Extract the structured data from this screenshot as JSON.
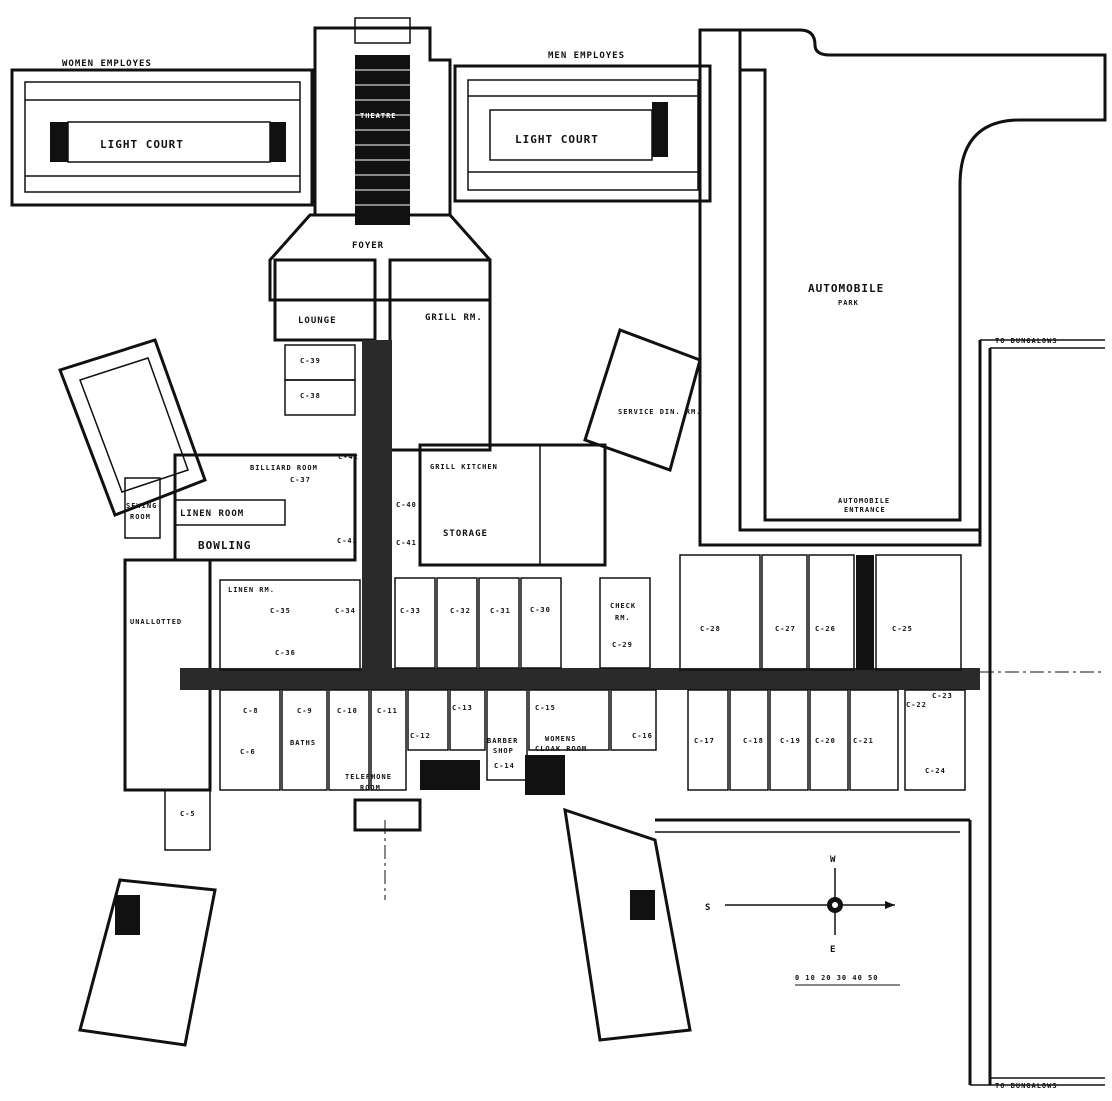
{
  "labels": {
    "women_employes": "WOMEN EMPLOYES",
    "men_employes": "MEN EMPLOYES",
    "light_court_left": "LIGHT COURT",
    "light_court_right": "LIGHT COURT",
    "theatre": "THEATRE",
    "foyer": "FOYER",
    "lounge": "LOUNGE",
    "grill_rm": "GRILL RM.",
    "automobile": "AUTOMOBILE",
    "park": "PARK",
    "to_bungalows_top": "TO BUNGALOWS",
    "to_bungalows_bottom": "TO BUNGALOWS",
    "service_dining_rm": "SERVICE DIN. RM.",
    "c39": "C-39",
    "c38": "C-38",
    "billiard_room": "BILLIARD ROOM",
    "c37": "C-37",
    "c42": "C-42",
    "c43": "C-43",
    "c40": "C-40",
    "c41": "C-41",
    "grill_kitchen": "GRILL KITCHEN",
    "storage": "STORAGE",
    "sewing_room_1": "SEWING",
    "sewing_room_2": "ROOM",
    "linen_room": "LINEN ROOM",
    "bowling": "BOWLING",
    "automobile_entrance_1": "AUTOMOBILE",
    "automobile_entrance_2": "ENTRANCE",
    "linen_rm": "LINEN RM.",
    "unallotted": "UNALLOTTED",
    "c35": "C-35",
    "c34": "C-34",
    "c33": "C-33",
    "c32": "C-32",
    "c31": "C-31",
    "c30": "C-30",
    "c36": "C-36",
    "check_rm_1": "CHECK",
    "check_rm_2": "RM.",
    "c29": "C-29",
    "c28": "C-28",
    "c27": "C-27",
    "c26": "C-26",
    "c25": "C-25",
    "c24": "C-24",
    "c23": "C-23",
    "c22": "C-22",
    "c8": "C-8",
    "c9": "C-9",
    "c10": "C-10",
    "c11": "C-11",
    "c12": "C-12",
    "c13": "C-13",
    "c15": "C-15",
    "c16": "C-16",
    "c17": "C-17",
    "c18": "C-18",
    "c19": "C-19",
    "c20": "C-20",
    "c21": "C-21",
    "c6": "C-6",
    "c14": "C-14",
    "c5": "C-5",
    "baths": "BATHS",
    "barber_shop_1": "BARBER",
    "barber_shop_2": "SHOP",
    "womens_cloak_1": "WOMENS",
    "womens_cloak_2": "CLOAK ROOM",
    "telephone_room_1": "TELEPHONE",
    "telephone_room_2": "ROOM",
    "compass_w": "W",
    "compass_s": "S",
    "compass_e": "E",
    "scale": "0 10 20 30 40 50"
  },
  "colors": {
    "ink": "#111111",
    "paper": "#ffffff",
    "corridor": "#2a2a2a"
  }
}
